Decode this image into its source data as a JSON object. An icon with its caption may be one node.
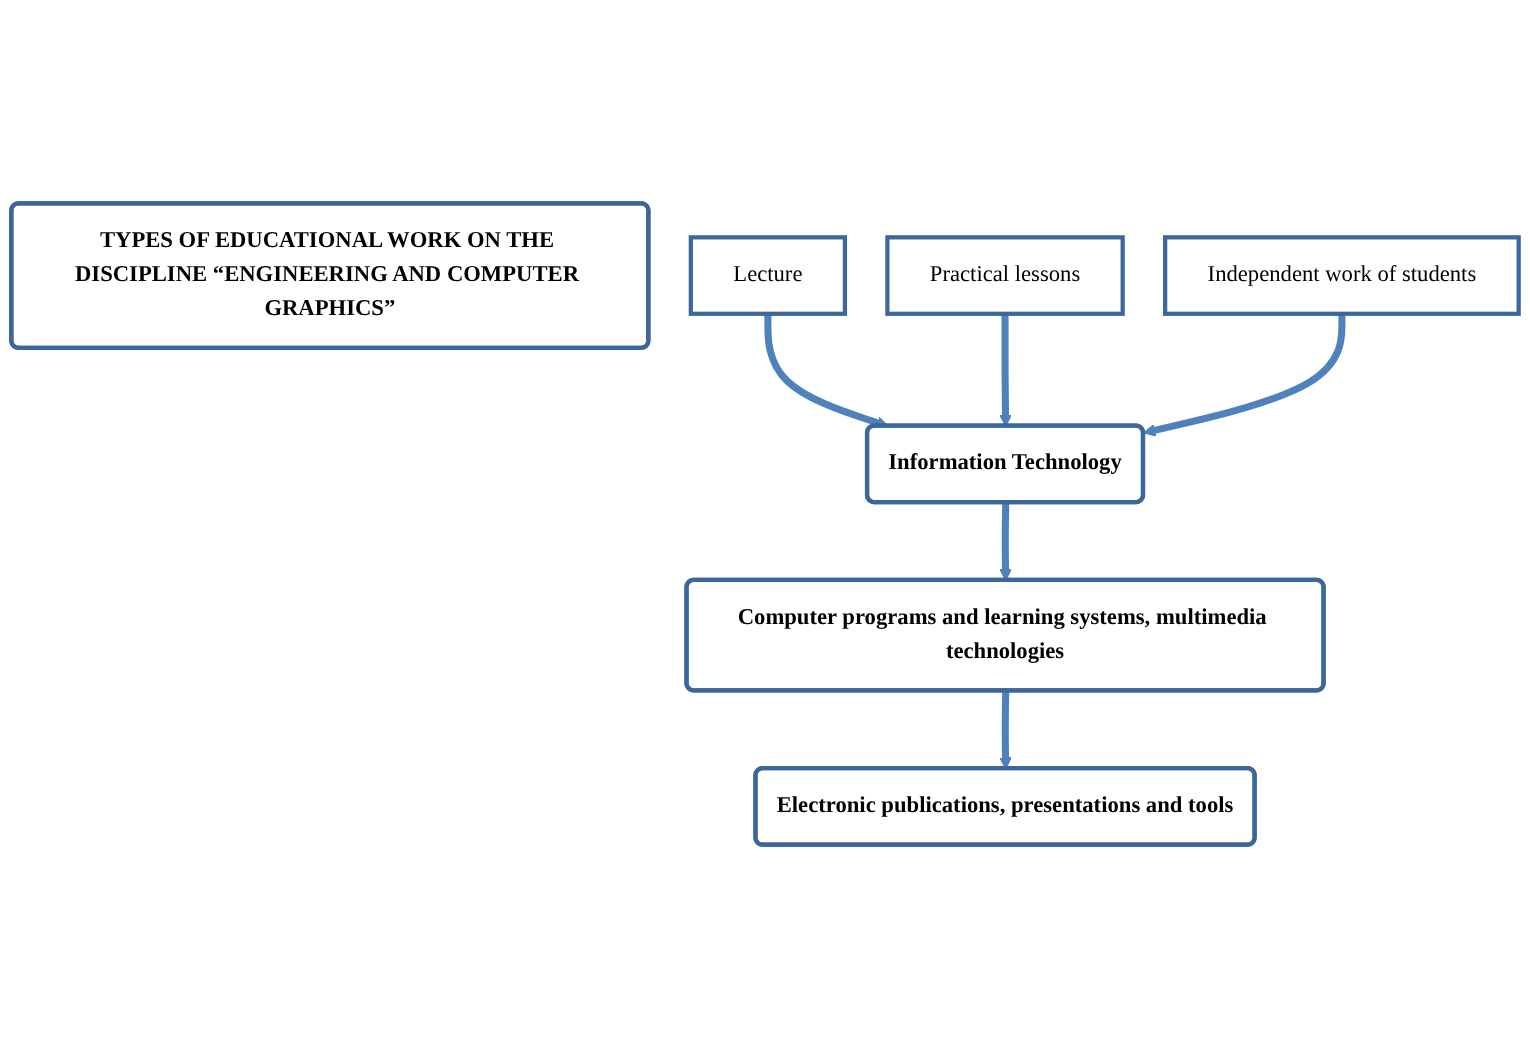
{
  "diagram": {
    "nodes": [
      {
        "text": [
          "TYPES OF EDUCATIONAL WORK ON THE DISCIPLINE “ENGINEERING AND COMPUTER GRAPHICS”"
        ]
      },
      {
        "text": [
          "Lecture"
        ]
      },
      {
        "text": [
          "Practical lessons"
        ]
      },
      {
        "text": [
          "Independent work of students"
        ]
      },
      {
        "text": [
          "Information Technology"
        ]
      },
      {
        "text": [
          "Computer programs and learning systems, multimedia technologies"
        ]
      },
      {
        "text": [
          "Electronic publications, presentations and tools"
        ]
      }
    ],
    "edges": [
      {
        "from": 1,
        "to": 4,
        "arrow": "to"
      },
      {
        "from": 2,
        "to": 4,
        "arrow": "to"
      },
      {
        "from": 3,
        "to": 4,
        "arrow": "to"
      },
      {
        "from": 4,
        "to": 5,
        "arrow": "to"
      },
      {
        "from": 5,
        "to": 6,
        "arrow": "to"
      }
    ]
  }
}
